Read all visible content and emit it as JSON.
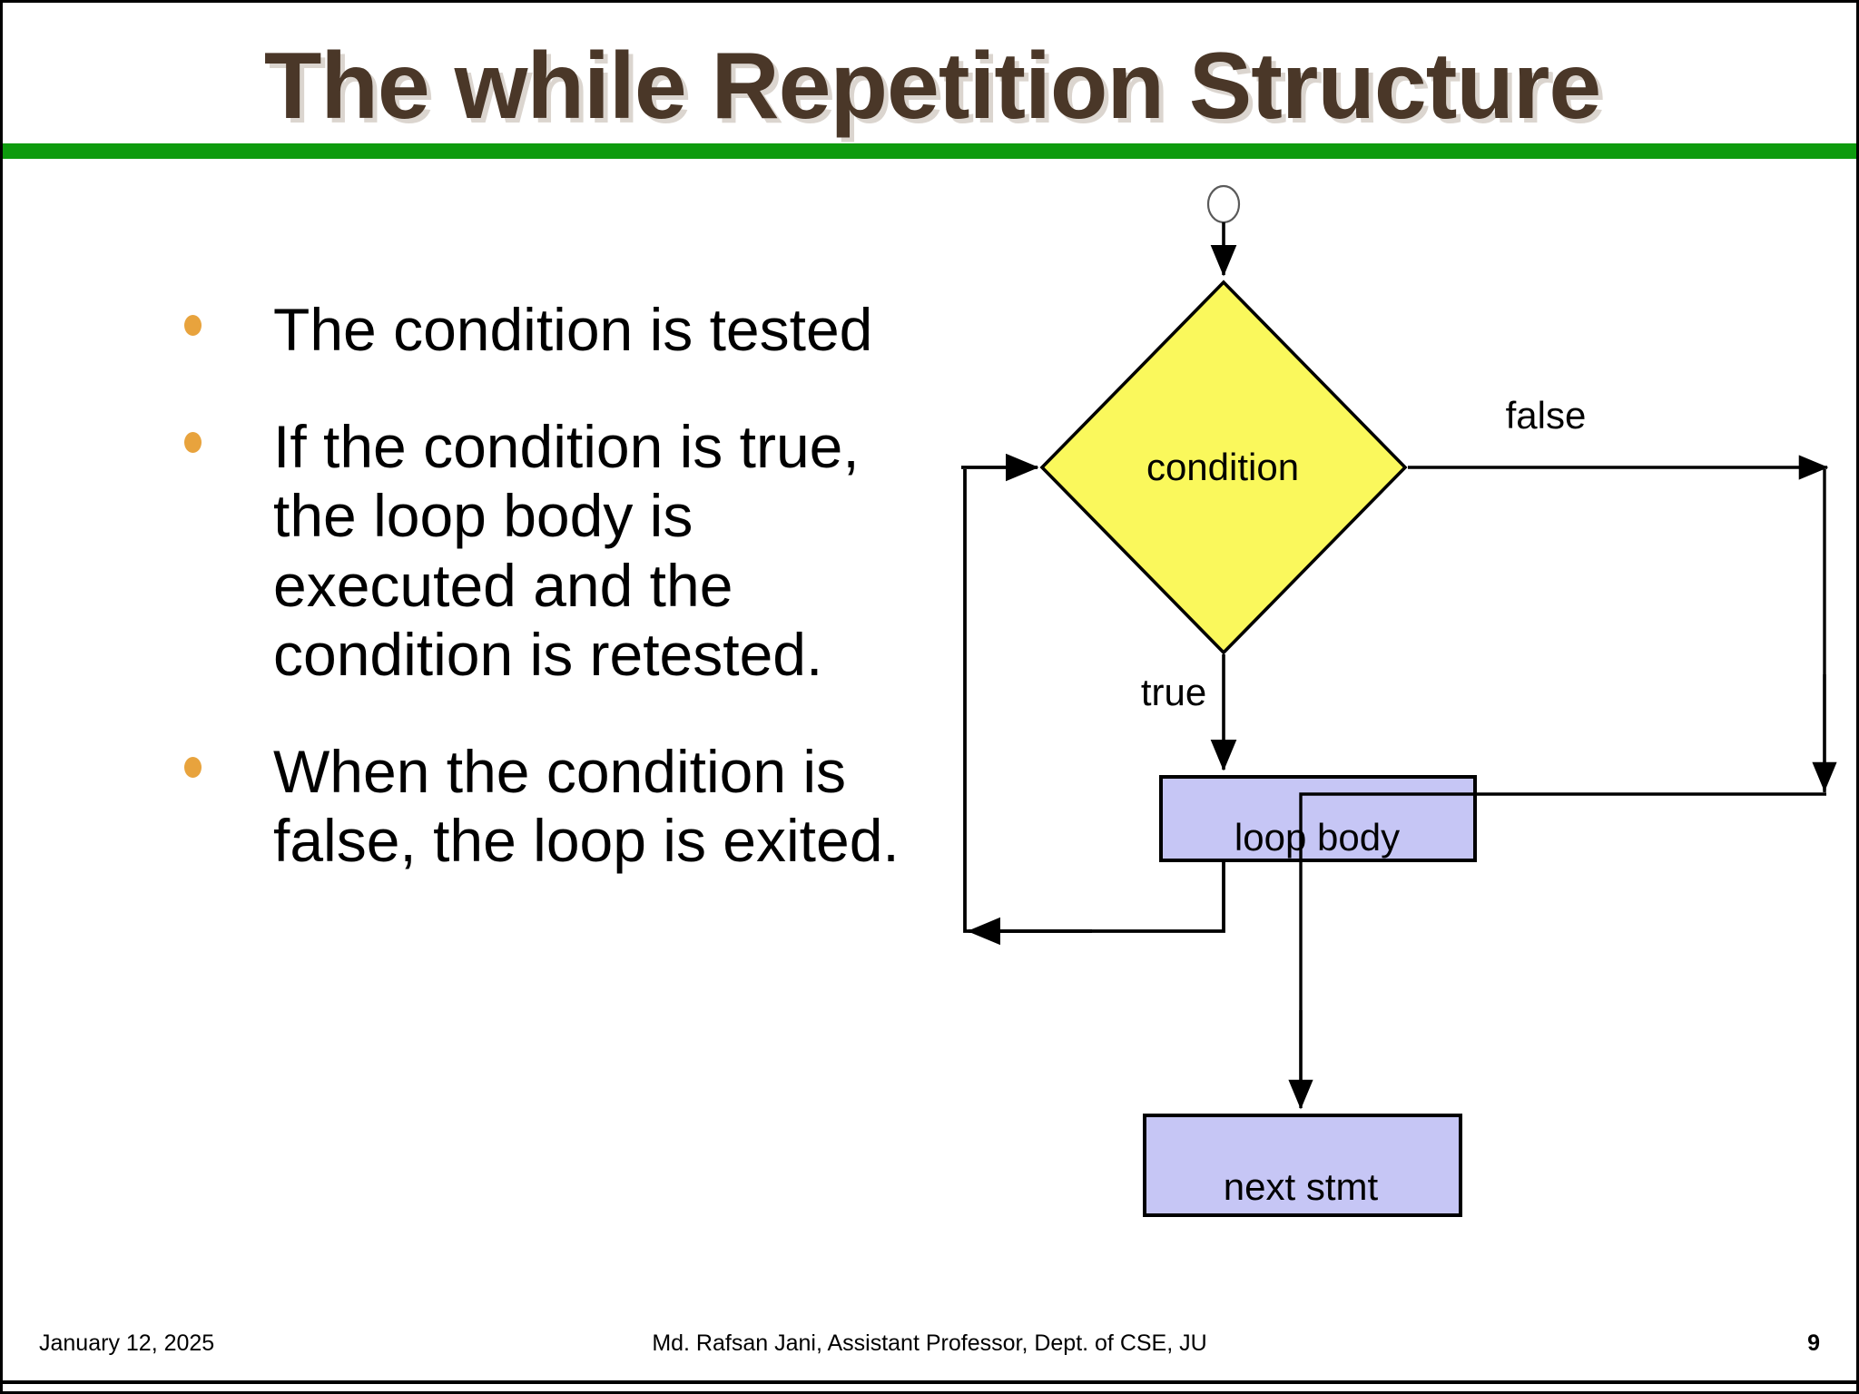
{
  "slide": {
    "title": "The while Repetition Structure",
    "accent_rule_color": "#0E9B0E",
    "title_color": "#4A3728",
    "background_color": "#FFFFFF"
  },
  "bullets": [
    {
      "text": "The condition is tested",
      "marker": "bullet-dot",
      "marker_color": "#E8A33D"
    },
    {
      "text": "If the condition is true, the loop body is executed and the condition is retested.",
      "marker": "bullet-dot",
      "marker_color": "#E8A33D"
    },
    {
      "text": "When the condition is false, the loop is exited.",
      "marker": "bullet-dot",
      "marker_color": "#E8A33D"
    }
  ],
  "flowchart": {
    "start_node": {
      "shape": "circle",
      "label": "",
      "fill": "#FFFFFF",
      "stroke": "#555555"
    },
    "decision": {
      "label": "condition",
      "shape": "diamond",
      "fill": "#FAF85C",
      "stroke": "#000000"
    },
    "process_boxes": [
      {
        "label": "loop body",
        "shape": "rectangle",
        "fill": "#C6C6F5",
        "stroke": "#000000"
      },
      {
        "label": "next stmt",
        "shape": "rectangle",
        "fill": "#C6C6F5",
        "stroke": "#000000"
      }
    ],
    "edge_labels": {
      "true_branch": "true",
      "false_branch": "false"
    },
    "arrow_color": "#000000"
  },
  "footer": {
    "date": "January 12, 2025",
    "attribution": "Md. Rafsan Jani, Assistant Professor, Dept. of CSE, JU",
    "page_number": "9"
  }
}
